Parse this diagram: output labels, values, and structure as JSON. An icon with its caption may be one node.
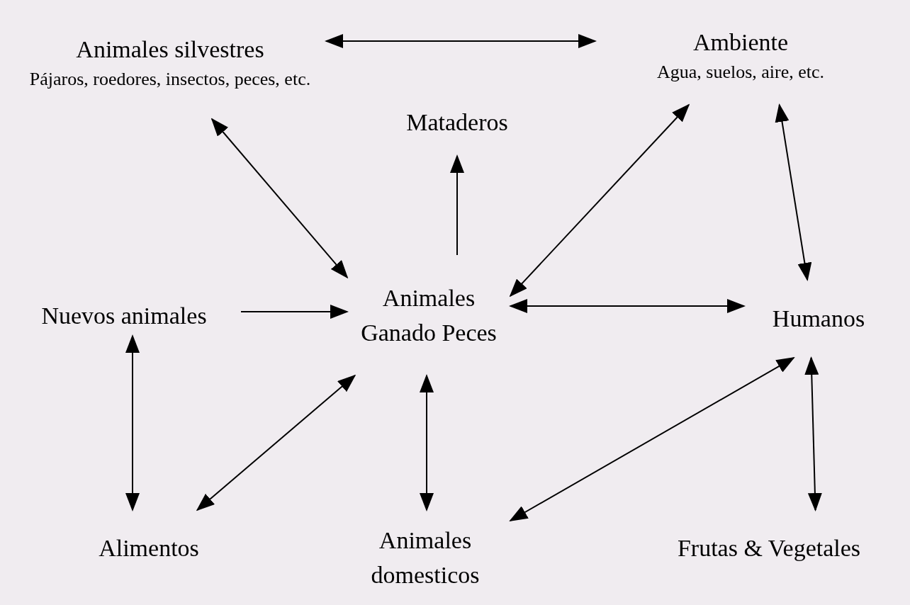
{
  "diagram": {
    "nodes": [
      {
        "text": [
          "Animales silvestres",
          "Pájaros, roedores, insectos, peces, etc."
        ]
      },
      {
        "text": [
          "Ambiente",
          "Agua, suelos, aire, etc."
        ]
      },
      {
        "text": [
          "Mataderos"
        ]
      },
      {
        "text": [
          "Animales Ganado Peces"
        ]
      },
      {
        "text": [
          "Nuevos animales"
        ]
      },
      {
        "text": [
          "Humanos"
        ]
      },
      {
        "text": [
          "Alimentos"
        ]
      },
      {
        "text": [
          "Animales domesticos"
        ]
      },
      {
        "text": [
          "Frutas & Vegetales"
        ]
      }
    ],
    "edges": [
      {
        "from": 0,
        "to": 1,
        "arrow": "both"
      },
      {
        "from": 0,
        "to": 3,
        "arrow": "both"
      },
      {
        "from": 3,
        "to": 2,
        "arrow": "to"
      },
      {
        "from": 3,
        "to": 1,
        "arrow": "both"
      },
      {
        "from": 1,
        "to": 5,
        "arrow": "both"
      },
      {
        "from": 4,
        "to": 3,
        "arrow": "to"
      },
      {
        "from": 3,
        "to": 5,
        "arrow": "both"
      },
      {
        "from": 4,
        "to": 6,
        "arrow": "both"
      },
      {
        "from": 6,
        "to": 3,
        "arrow": "both"
      },
      {
        "from": 3,
        "to": 7,
        "arrow": "both"
      },
      {
        "from": 7,
        "to": 5,
        "arrow": "both"
      },
      {
        "from": 5,
        "to": 8,
        "arrow": "both"
      }
    ]
  }
}
